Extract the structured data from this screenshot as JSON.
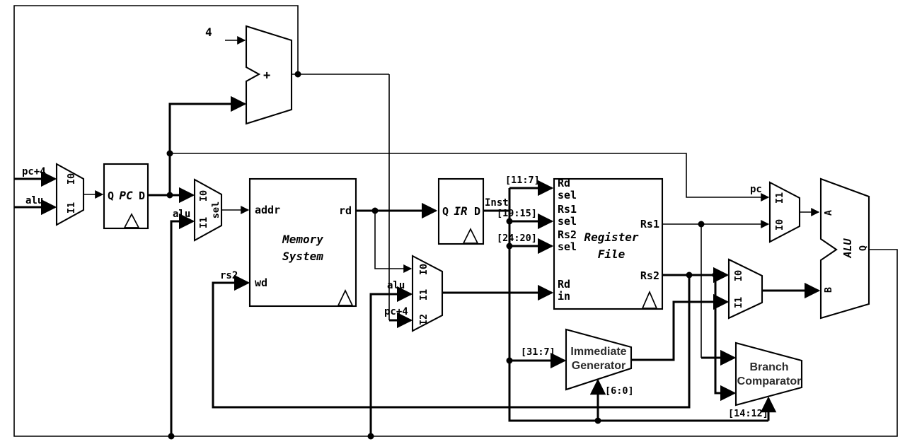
{
  "blocks": {
    "pc_register": {
      "port_q": "Q",
      "title": "PC",
      "port_d": "D"
    },
    "ir_register": {
      "port_q": "Q",
      "title": "IR",
      "port_d": "D"
    },
    "memory_system": {
      "title1": "Memory",
      "title2": "System",
      "port_addr": "addr",
      "port_rd": "rd",
      "port_wd": "wd"
    },
    "register_file": {
      "title1": "Register",
      "title2": "File",
      "port_rd_sel_1": "Rd",
      "port_rd_sel_2": "sel",
      "port_rs1_sel_1": "Rs1",
      "port_rs1_sel_2": "sel",
      "port_rs2_sel_1": "Rs2",
      "port_rs2_sel_2": "sel",
      "port_rd_in_1": "Rd",
      "port_rd_in_2": "in",
      "port_rs1_out": "Rs1",
      "port_rs2_out": "Rs2"
    },
    "alu": {
      "title": "ALU",
      "port_a": "A",
      "port_b": "B",
      "port_q": "Q"
    },
    "pc_adder": {
      "operator": "+",
      "constant": "4"
    },
    "immediate_generator": {
      "title1": "Immediate",
      "title2": "Generator"
    },
    "branch_comparator": {
      "title1": "Branch",
      "title2": "Comparator"
    },
    "pc_src_mux": {
      "i0": "I0",
      "i1": "I1"
    },
    "addr_mux": {
      "i0": "I0",
      "i1": "I1",
      "sel": "sel"
    },
    "writeback_mux": {
      "i0": "I0",
      "i1": "I1",
      "i2": "I2"
    },
    "alu_a_mux": {
      "i1": "I1",
      "i0": "I0"
    },
    "alu_b_mux": {
      "i0": "I0",
      "i1": "I1"
    }
  },
  "wire_labels": {
    "pc_plus_4_to_pc_mux": "pc+4",
    "alu_to_pc_mux": "alu",
    "alu_to_addr_mux": "alu",
    "rs2_to_wd": "rs2",
    "inst": "Inst",
    "alu_to_writeback_mux": "alu",
    "pc_plus_4_to_writeback_mux": "pc+4",
    "pc_to_a_mux": "pc",
    "inst_11_7": "[11:7]",
    "inst_19_15": "[19:15]",
    "inst_24_20": "[24:20]",
    "inst_31_7": "[31:7]",
    "inst_6_0": "[6:0]",
    "inst_14_12": "[14:12]"
  },
  "colors": {
    "wire": "#000000",
    "background": "#ffffff",
    "generator_text": "#2b2b2b"
  }
}
